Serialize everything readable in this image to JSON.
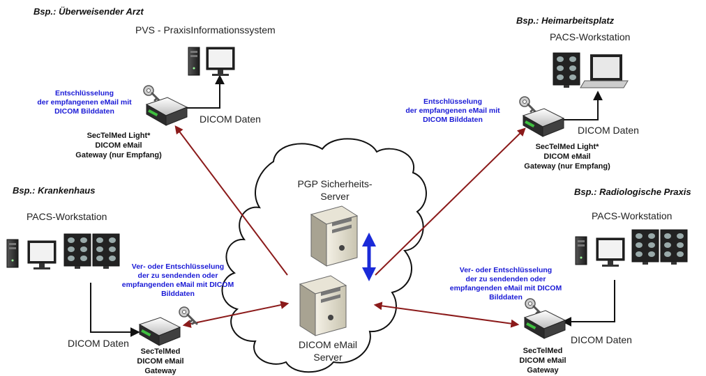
{
  "sites": {
    "referring": {
      "title": "Bsp.: Überweisender Arzt",
      "system": "PVS - PraxisInformationssystem",
      "flow": "DICOM Daten",
      "note": [
        "Entschlüsselung",
        "der empfangenen eMail mit",
        "DICOM Bilddaten"
      ],
      "gateway": [
        "SecTelMed Light*",
        "DICOM eMail",
        "Gateway (nur Empfang)"
      ]
    },
    "home": {
      "title": "Bsp.: Heimarbeitsplatz",
      "system": "PACS-Workstation",
      "flow": "DICOM Daten",
      "note": [
        "Entschlüsselung",
        "der empfangenen eMail mit",
        "DICOM Bilddaten"
      ],
      "gateway": [
        "SecTelMed Light*",
        "DICOM eMail",
        "Gateway (nur Empfang)"
      ]
    },
    "hospital": {
      "title": "Bsp.: Krankenhaus",
      "system": "PACS-Workstation",
      "flow": "DICOM Daten",
      "note": [
        "Ver- oder Entschlüsselung",
        "der zu sendenden oder",
        "empfangenden eMail mit DICOM",
        "Bilddaten"
      ],
      "gateway": [
        "SecTelMed",
        "DICOM eMail",
        "Gateway"
      ]
    },
    "radiology": {
      "title": "Bsp.: Radiologische Praxis",
      "system": "PACS-Workstation",
      "flow": "DICOM Daten",
      "note": [
        "Ver- oder Entschlüsselung",
        "der zu sendenden oder",
        "empfangenden eMail mit DICOM",
        "Bilddaten"
      ],
      "gateway": [
        "SecTelMed",
        "DICOM eMail",
        "Gateway"
      ]
    }
  },
  "cloud": {
    "pgp_server": [
      "PGP Sicherheits-",
      "Server"
    ],
    "mail_server": [
      "DICOM eMail",
      "Server"
    ]
  },
  "colors": {
    "note_text": "#1a1ad6",
    "arrow": "#8b1a1a",
    "sync_arrow": "#1a2ad8"
  }
}
